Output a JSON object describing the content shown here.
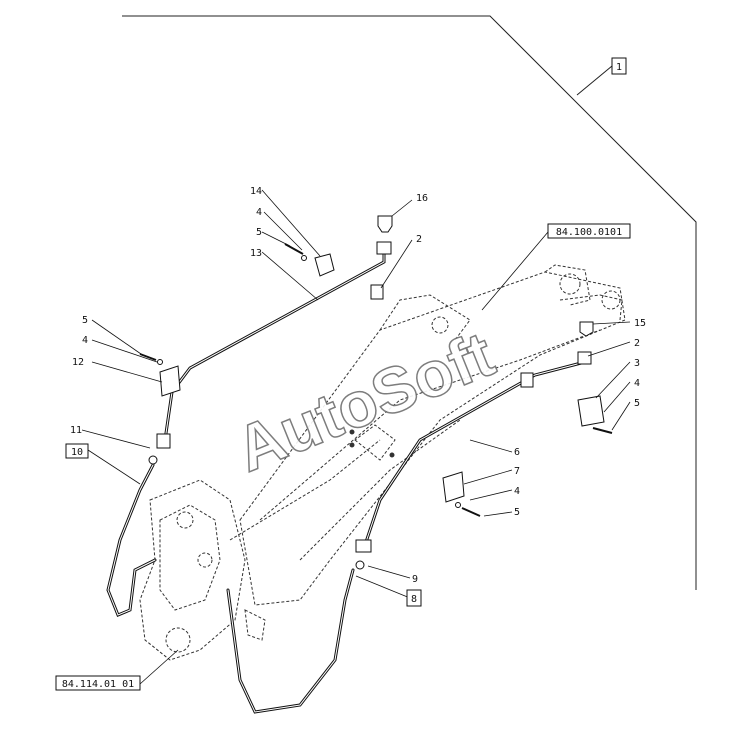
{
  "diagram": {
    "watermark": "AutoSoft",
    "boxed_refs": {
      "ref_1": "1",
      "ref_10": "10",
      "ref_8": "8",
      "ref_boom": "84.100.0101",
      "ref_frame": "84.114.01 01"
    },
    "callouts": {
      "c14": "14",
      "c4_top": "4",
      "c5_top": "5",
      "c13": "13",
      "c16": "16",
      "c2_top": "2",
      "c5_left": "5",
      "c4_left": "4",
      "c12": "12",
      "c11": "11",
      "c15": "15",
      "c2_right": "2",
      "c3": "3",
      "c4_right": "4",
      "c5_right": "5",
      "c6": "6",
      "c7": "7",
      "c4_lower": "4",
      "c5_lower": "5",
      "c9": "9"
    }
  }
}
